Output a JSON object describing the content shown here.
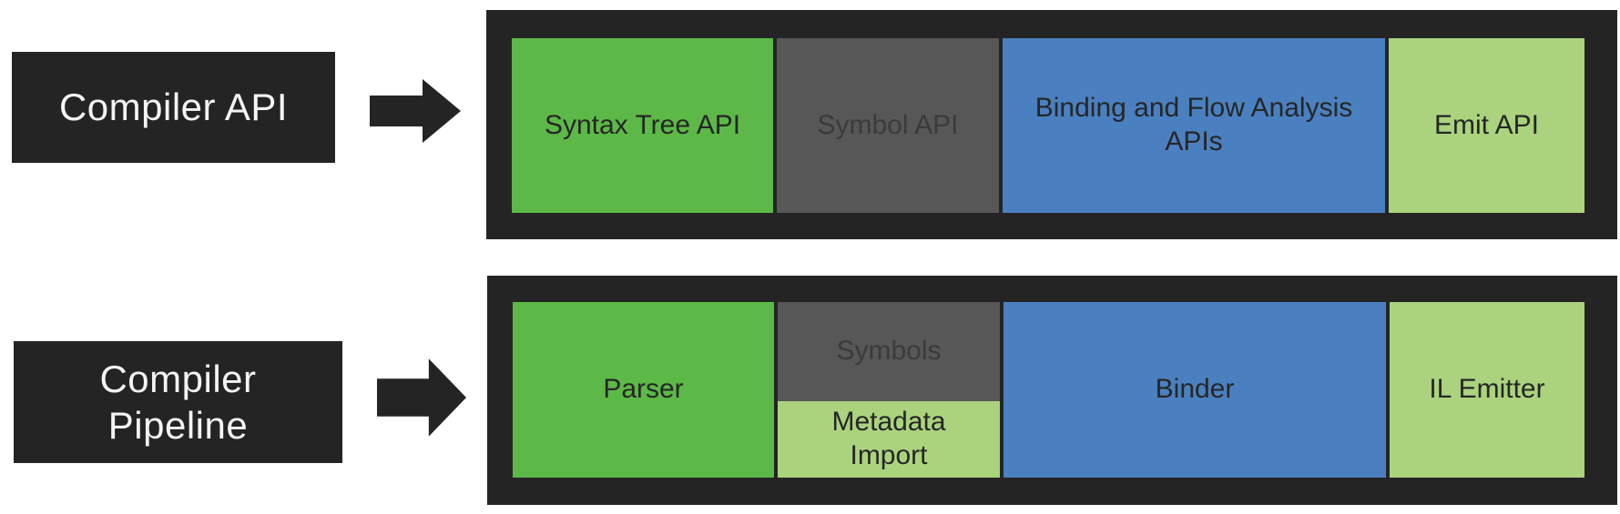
{
  "colors": {
    "frame_black": "#242424",
    "green": "#5cb947",
    "dark_gray": "#575757",
    "blue": "#4a80c0",
    "light_green": "#abd37e",
    "label_text": "#f4f4f4",
    "segment_text": "#262626",
    "gray_segment_text": "#3b3b3b"
  },
  "icons": {
    "arrow_top": "right-block-arrow",
    "arrow_bottom": "right-block-arrow"
  },
  "rows": [
    {
      "label": "Compiler API",
      "label_lines": [
        "Compiler API"
      ],
      "boxes": [
        {
          "text": "Syntax Tree API",
          "color": "#5cb947"
        },
        {
          "text": "Symbol API",
          "color": "#575757"
        },
        {
          "text": "Binding and Flow Analysis APIs",
          "color": "#4a80c0"
        },
        {
          "text": "Emit API",
          "color": "#abd37e"
        }
      ]
    },
    {
      "label": "Compiler Pipeline",
      "label_lines": [
        "Compiler",
        "Pipeline"
      ],
      "boxes": [
        {
          "text": "Parser",
          "color": "#5cb947"
        },
        {
          "text": "Symbols",
          "color": "#575757"
        },
        {
          "text": "Metadata Import",
          "color": "#abd37e"
        },
        {
          "text": "Binder",
          "color": "#4a80c0"
        },
        {
          "text": "IL Emitter",
          "color": "#abd37e"
        }
      ]
    }
  ]
}
